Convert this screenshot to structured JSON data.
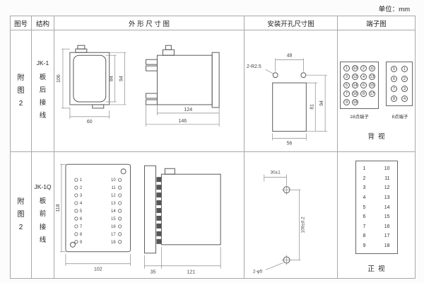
{
  "page": {
    "unit_label": "单位：mm"
  },
  "headers": {
    "fig_no": "图号",
    "structure": "结构",
    "outline": "外 形 尺 寸 图",
    "mounting": "安装开孔尺寸图",
    "terminal": "端子图"
  },
  "rows": [
    {
      "fig_no": "附图2",
      "model": "JK-1",
      "wiring": "板后接线",
      "outline": {
        "front": {
          "h_total": "106",
          "h_inner": "84",
          "h_outer": "94",
          "w_bottom": "60"
        },
        "side": {
          "w_body": "124",
          "w_total": "146"
        }
      },
      "mounting": {
        "note_radius": "2-R2.5",
        "w_top": "48",
        "h_inner": "81",
        "h_total": "94",
        "w_bottom": "56"
      },
      "terminal": {
        "grid18": [
          [
            "1",
            "10",
            "2",
            "11"
          ],
          [
            "3",
            "12",
            "4",
            "13"
          ],
          [
            "5",
            "14",
            "6",
            "15"
          ],
          [
            "7",
            "16",
            "8",
            "17"
          ],
          [
            "9",
            "18"
          ]
        ],
        "grid8": [
          [
            "5",
            "1"
          ],
          [
            "6",
            "2"
          ],
          [
            "7",
            "3"
          ],
          [
            "8",
            "4"
          ]
        ],
        "label18": "18点端子",
        "label8": "8点端子",
        "view": "背视"
      }
    },
    {
      "fig_no": "附图2",
      "model": "JK-1Q",
      "wiring": "板前接线",
      "outline": {
        "front": {
          "h_left": "118",
          "w_bottom": "102",
          "left_terminals": [
            "1",
            "2",
            "3",
            "4",
            "5",
            "6",
            "7",
            "8",
            "9"
          ],
          "right_terminals": [
            "10",
            "11",
            "12",
            "13",
            "14",
            "15",
            "16",
            "17",
            "18"
          ]
        },
        "side": {
          "w_plate": "35",
          "w_body": "121"
        }
      },
      "mounting": {
        "w_top": "30±1",
        "h_right": "100±0.2",
        "note_holes": "2-φ5"
      },
      "terminal": {
        "pairs": [
          [
            "1",
            "10"
          ],
          [
            "2",
            "11"
          ],
          [
            "3",
            "12"
          ],
          [
            "4",
            "13"
          ],
          [
            "5",
            "14"
          ],
          [
            "6",
            "15"
          ],
          [
            "7",
            "16"
          ],
          [
            "8",
            "17"
          ],
          [
            "9",
            "18"
          ]
        ],
        "view": "正视"
      }
    }
  ]
}
